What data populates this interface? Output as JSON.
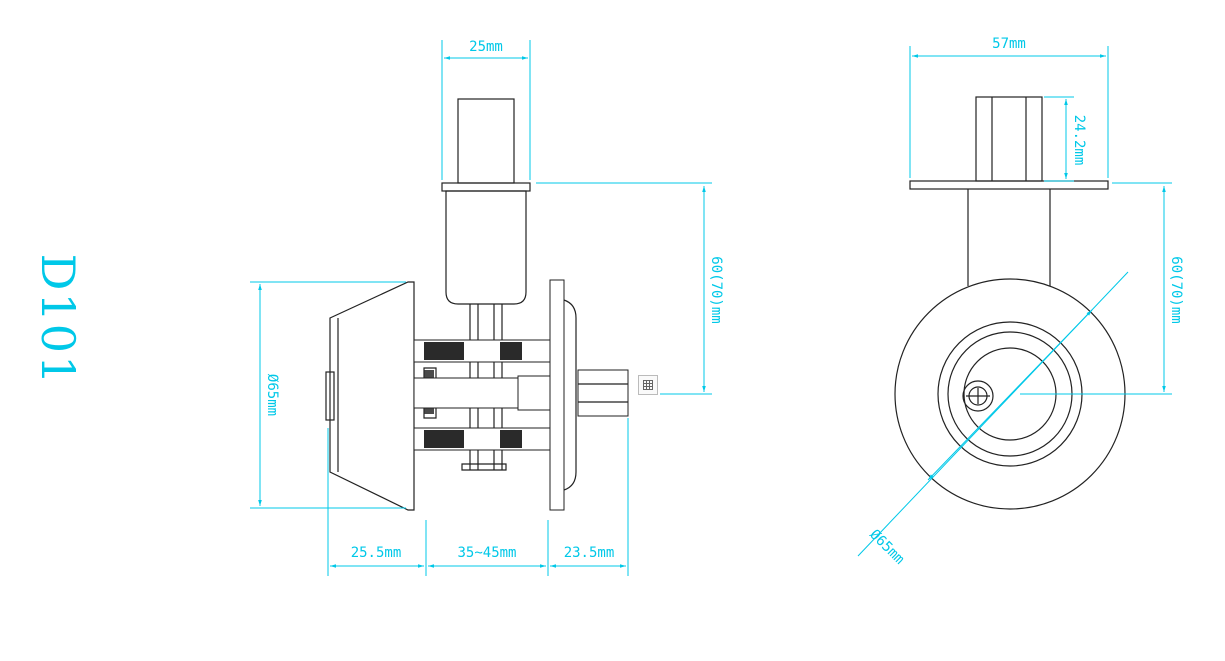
{
  "model": "D101",
  "colors": {
    "dimension": "#00c8e8",
    "outline": "#222222",
    "background": "#ffffff"
  },
  "side_view": {
    "latch_width": "25mm",
    "height": "60(70)mm",
    "diameter": "Ø65mm",
    "cylinder_depth": "25.5mm",
    "door_thickness": "35~45mm",
    "spindle_length": "23.5mm"
  },
  "front_view": {
    "plate_width": "57mm",
    "latch_height": "24.2mm",
    "height": "60(70)mm",
    "diameter": "Ø65mm"
  },
  "icons": {
    "snap": "snap-grid-icon"
  }
}
